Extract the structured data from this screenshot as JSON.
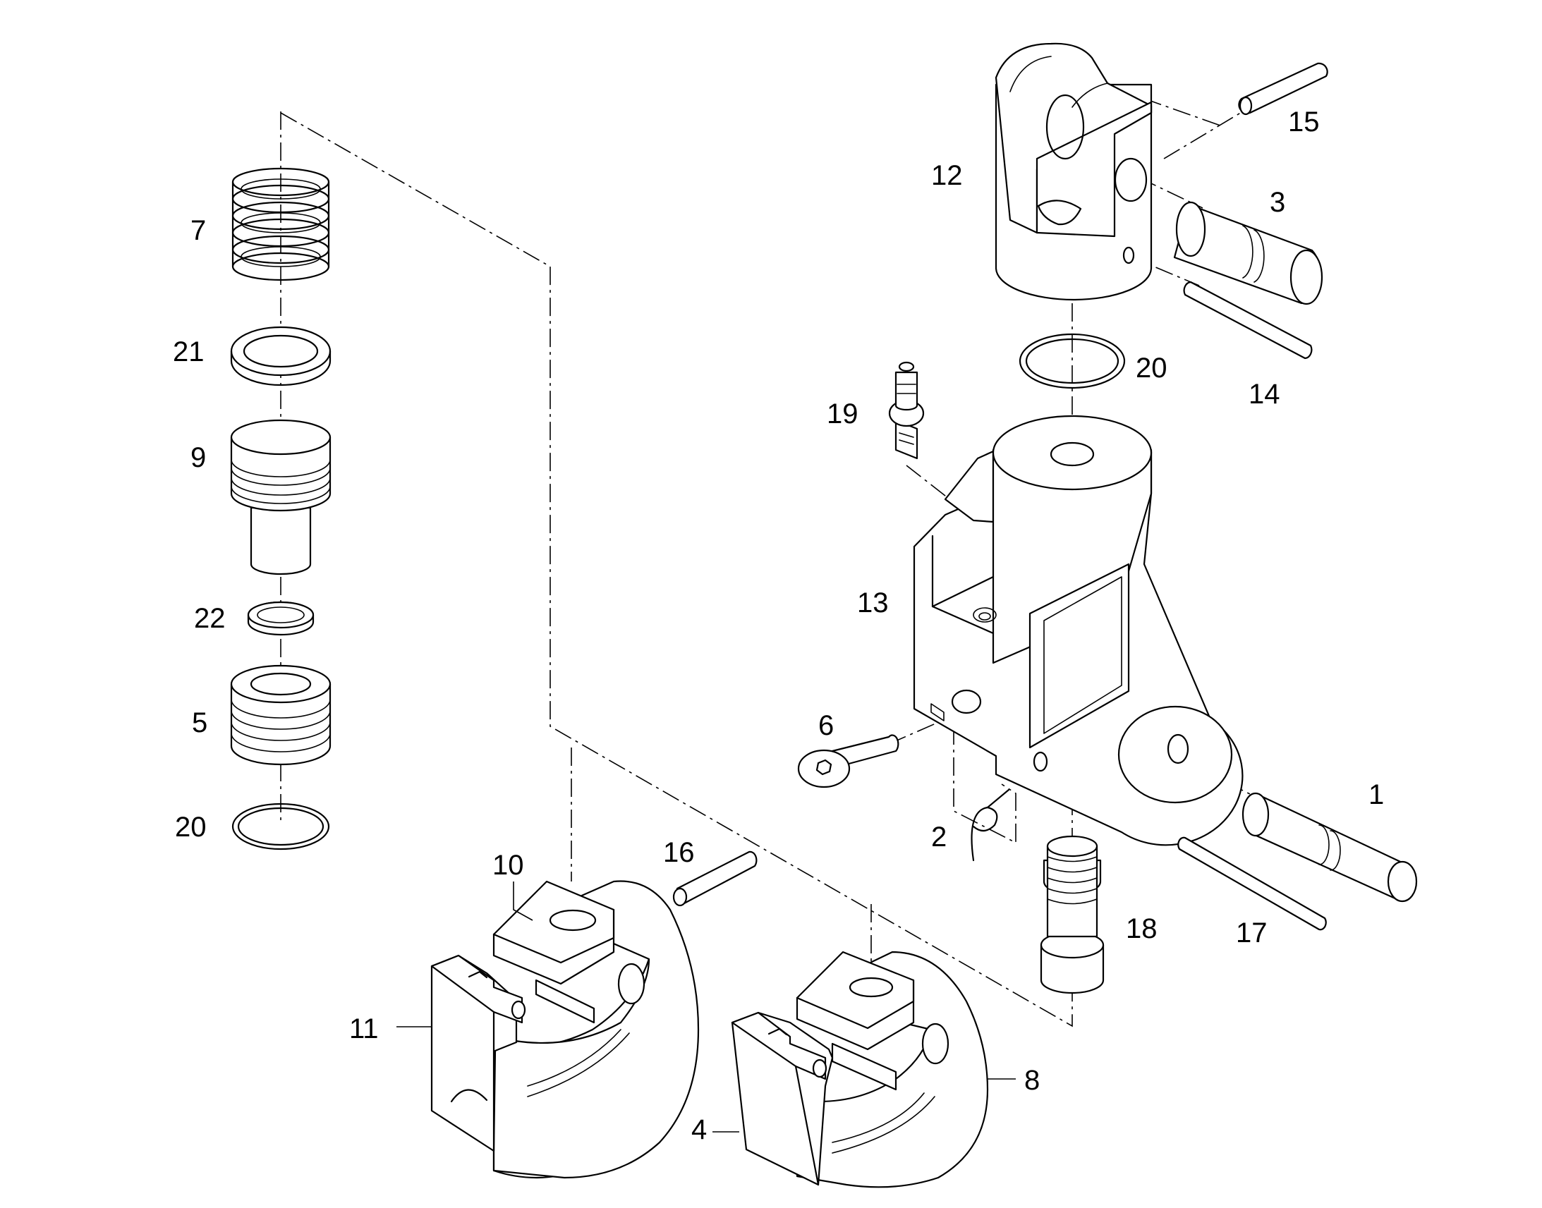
{
  "callouts": {
    "c1": "1",
    "c2": "2",
    "c3": "3",
    "c4": "4",
    "c5": "5",
    "c6": "6",
    "c7": "7",
    "c8": "8",
    "c9": "9",
    "c10": "10",
    "c11": "11",
    "c12": "12",
    "c13": "13",
    "c14": "14",
    "c15": "15",
    "c16": "16",
    "c17": "17",
    "c18": "18",
    "c19": "19",
    "c20a": "20",
    "c20b": "20",
    "c21": "21",
    "c22": "22"
  }
}
